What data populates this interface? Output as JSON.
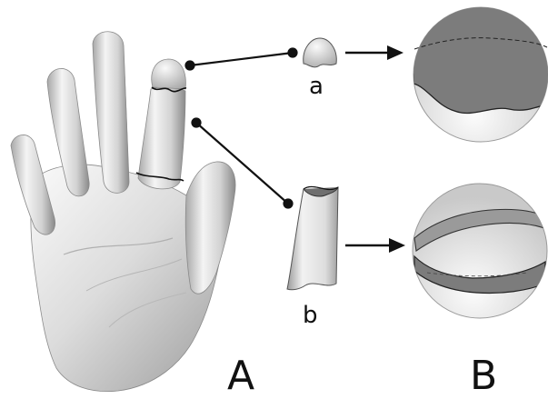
{
  "labels": {
    "panel_a": "A",
    "panel_b": "B",
    "part_a": "a",
    "part_b": "b"
  },
  "colors": {
    "skin_light": "#f2f2f2",
    "skin_mid": "#cfcfcf",
    "skin_dark": "#8e8e8e",
    "sphere_fill": "#7c7c7c",
    "sphere_light": "#e9e9e9",
    "line": "#111111"
  }
}
